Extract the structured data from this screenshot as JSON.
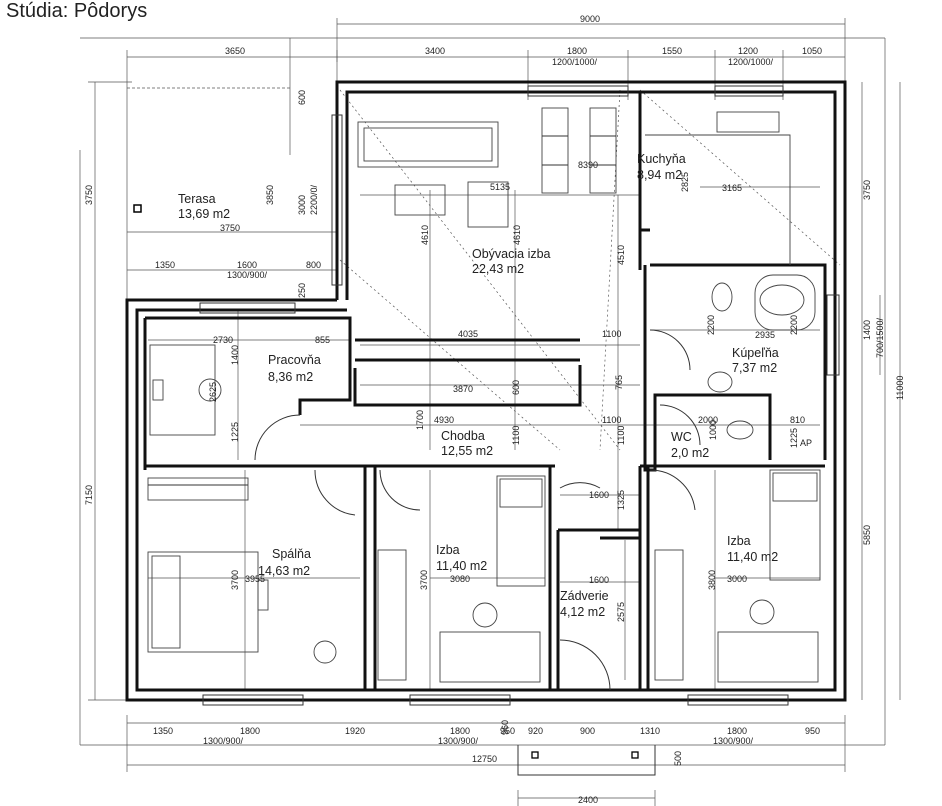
{
  "page_title": "Stúdia: Pôdorys",
  "rooms": [
    {
      "name": "Terasa",
      "area": "13,69 m2"
    },
    {
      "name": "Kuchyňa",
      "area": "8,94 m2"
    },
    {
      "name": "Obývacia izba",
      "area": "22,43 m2"
    },
    {
      "name": "Pracovňa",
      "area": "8,36 m2"
    },
    {
      "name": "Kúpeľňa",
      "area": "7,37 m2"
    },
    {
      "name": "Chodba",
      "area": "12,55 m2"
    },
    {
      "name": "WC",
      "area": "2,0 m2"
    },
    {
      "name": "Spálňa",
      "area": "14,63 m2"
    },
    {
      "name": "Izba",
      "area": "11,40 m2"
    },
    {
      "name": "Zádverie",
      "area": "4,12 m2"
    },
    {
      "name": "Izba",
      "area": "11,40 m2"
    }
  ],
  "dimensions": {
    "top_total": "9000",
    "top": [
      "3650",
      "3400",
      "1800",
      "1550",
      "1200",
      "1050"
    ],
    "top_windows": [
      "1200/1000/",
      "1200/1000/"
    ],
    "bottom": [
      "1350",
      "1800",
      "1920",
      "1800",
      "950",
      "920",
      "900",
      "1310",
      "1800",
      "950"
    ],
    "bottom_windows": [
      "1300/900/",
      "1300/900/",
      "1300/900/"
    ],
    "bottom_total": "12750",
    "bottom_step": "500",
    "bottom_entry": "2400",
    "left": [
      "3750",
      "7150"
    ],
    "right": [
      "3750",
      "1400",
      "5850",
      "11000"
    ],
    "right_window": "700/1500/",
    "interior": [
      "8390",
      "2825",
      "3165",
      "5135",
      "4610",
      "4610",
      "4510",
      "3850",
      "3000",
      "2200/0/",
      "600",
      "3750",
      "1350",
      "1600",
      "800",
      "1300/900/",
      "250",
      "2730",
      "855",
      "1400",
      "2625",
      "1225",
      "4035",
      "1100",
      "3870",
      "600",
      "765",
      "4930",
      "1700",
      "1100",
      "1100",
      "1100",
      "2200",
      "2935",
      "2200",
      "2000",
      "1000",
      "810",
      "1225",
      "1600",
      "1325",
      "1600",
      "2575",
      "3700",
      "3955",
      "3700",
      "3080",
      "3800",
      "3000",
      "960",
      "AP"
    ]
  }
}
